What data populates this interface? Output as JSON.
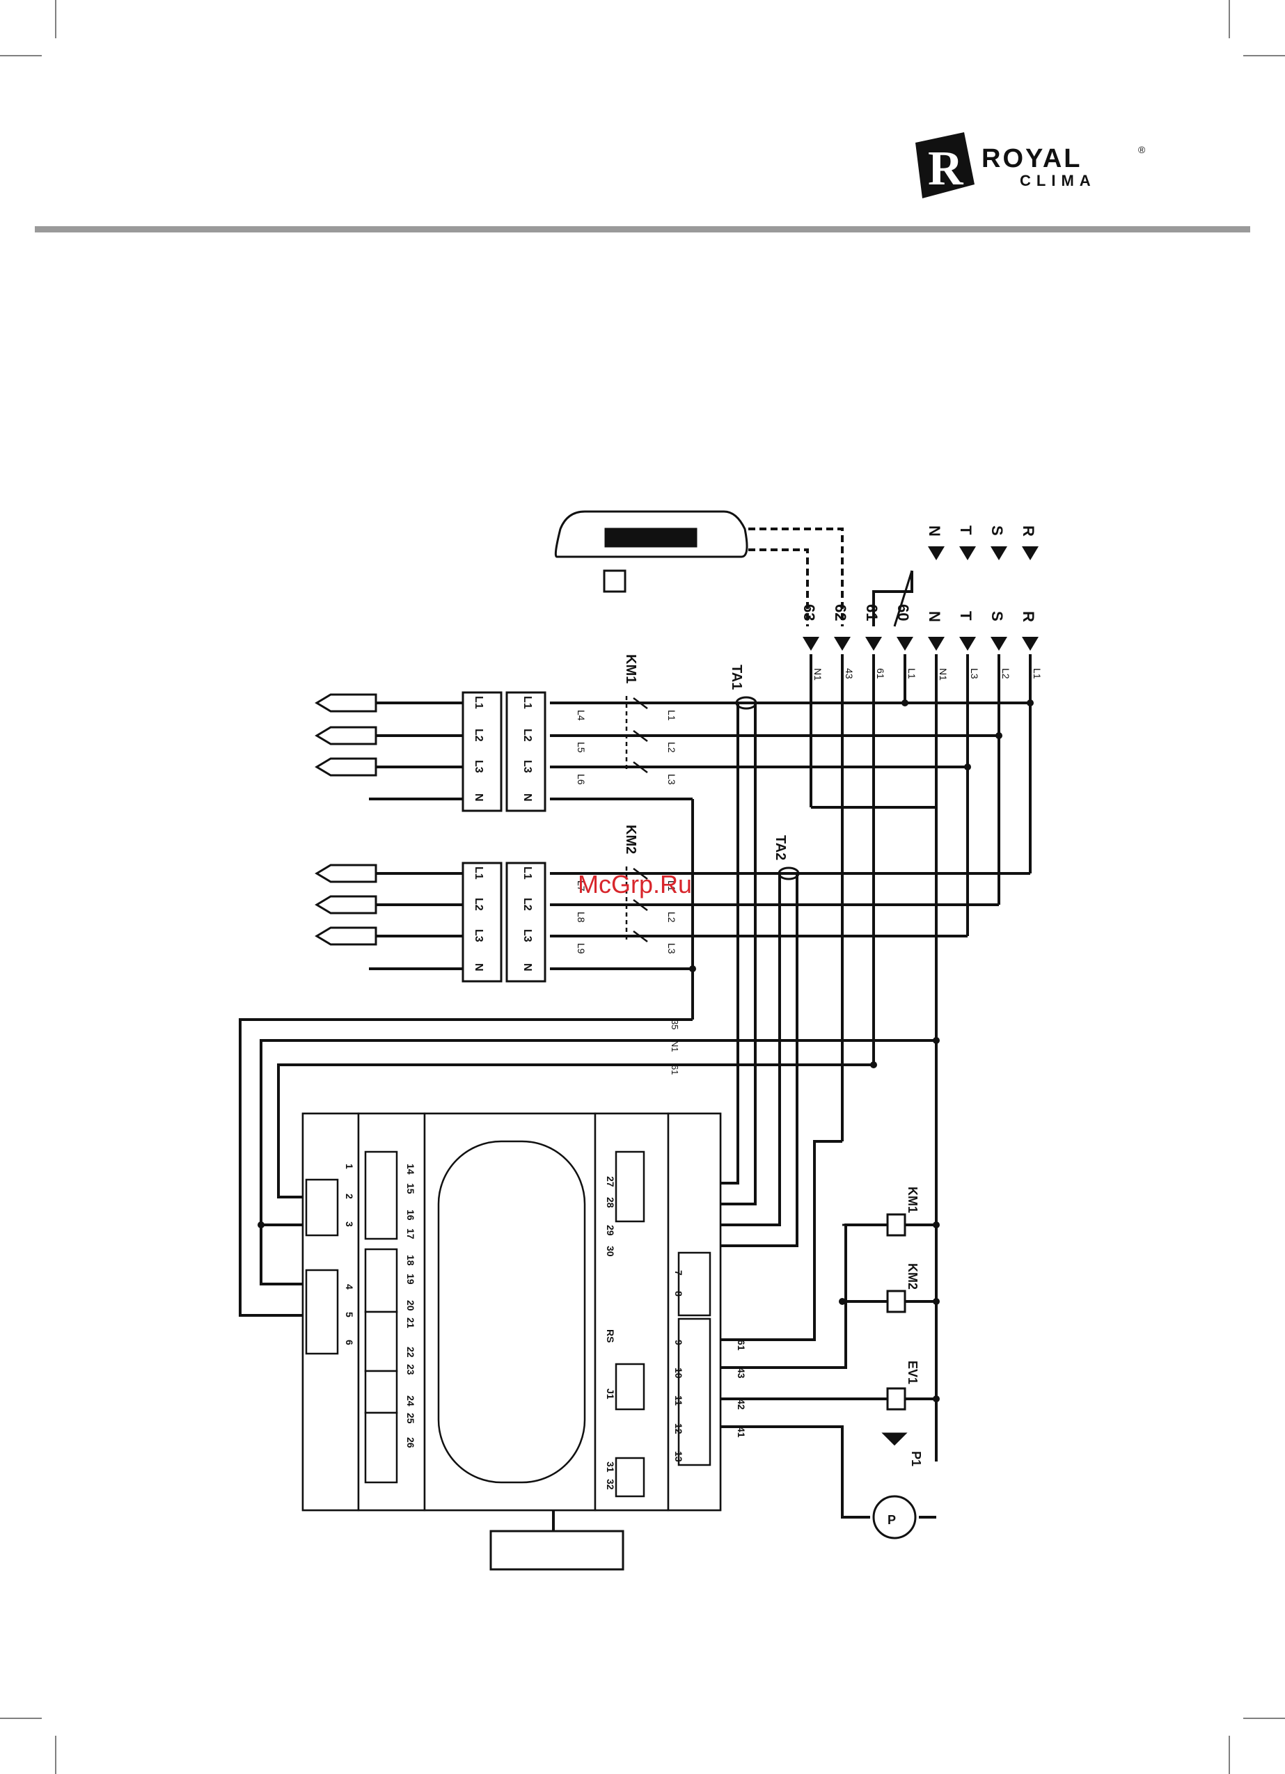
{
  "brand": {
    "name_line1": "ROYAL",
    "name_line2": "CLIMA",
    "registered_mark": "®",
    "logo_letter": "R"
  },
  "watermark": "McGrp.Ru",
  "labels": {
    "terminals_top": [
      "63",
      "62",
      "61",
      "60",
      "N",
      "T",
      "S",
      "R"
    ],
    "supply_top": [
      "N",
      "T",
      "S",
      "R"
    ],
    "wire_labels_top": [
      "N1",
      "43",
      "61",
      "L1",
      "N1",
      "L3",
      "L2",
      "L1"
    ],
    "contactors": [
      "KM1",
      "KM2"
    ],
    "current_transformers": [
      "TA1",
      "TA2"
    ],
    "heater_terminals": [
      "L1",
      "L2",
      "L3",
      "N"
    ],
    "km1_out": [
      "L4",
      "L5",
      "L6"
    ],
    "km2_out": [
      "L7",
      "L8",
      "L9"
    ],
    "km_in": [
      "L1",
      "L2",
      "L3"
    ],
    "bus_labels": [
      "35",
      "N1",
      "61"
    ],
    "controller_left_top": [
      "1",
      "2",
      "3"
    ],
    "controller_left_bottom": [
      "4",
      "5",
      "6"
    ],
    "controller_pairs": [
      "14",
      "15",
      "16",
      "17",
      "18",
      "19",
      "20",
      "21",
      "22",
      "23",
      "24",
      "25",
      "26"
    ],
    "controller_right": [
      "27",
      "28",
      "29",
      "30",
      "31",
      "32"
    ],
    "controller_outputs": [
      "7",
      "8",
      "9",
      "10",
      "11",
      "12",
      "13"
    ],
    "output_wires": [
      "61",
      "43",
      "42",
      "41"
    ],
    "jack_label": "J1",
    "rs_label": "RS",
    "coils": [
      "KM1",
      "KM2",
      "EV1",
      "P1"
    ],
    "pump_symbol": "P"
  },
  "colors": {
    "line": "#111111",
    "rule": "#9a9a9a",
    "watermark": "#d8262c"
  }
}
